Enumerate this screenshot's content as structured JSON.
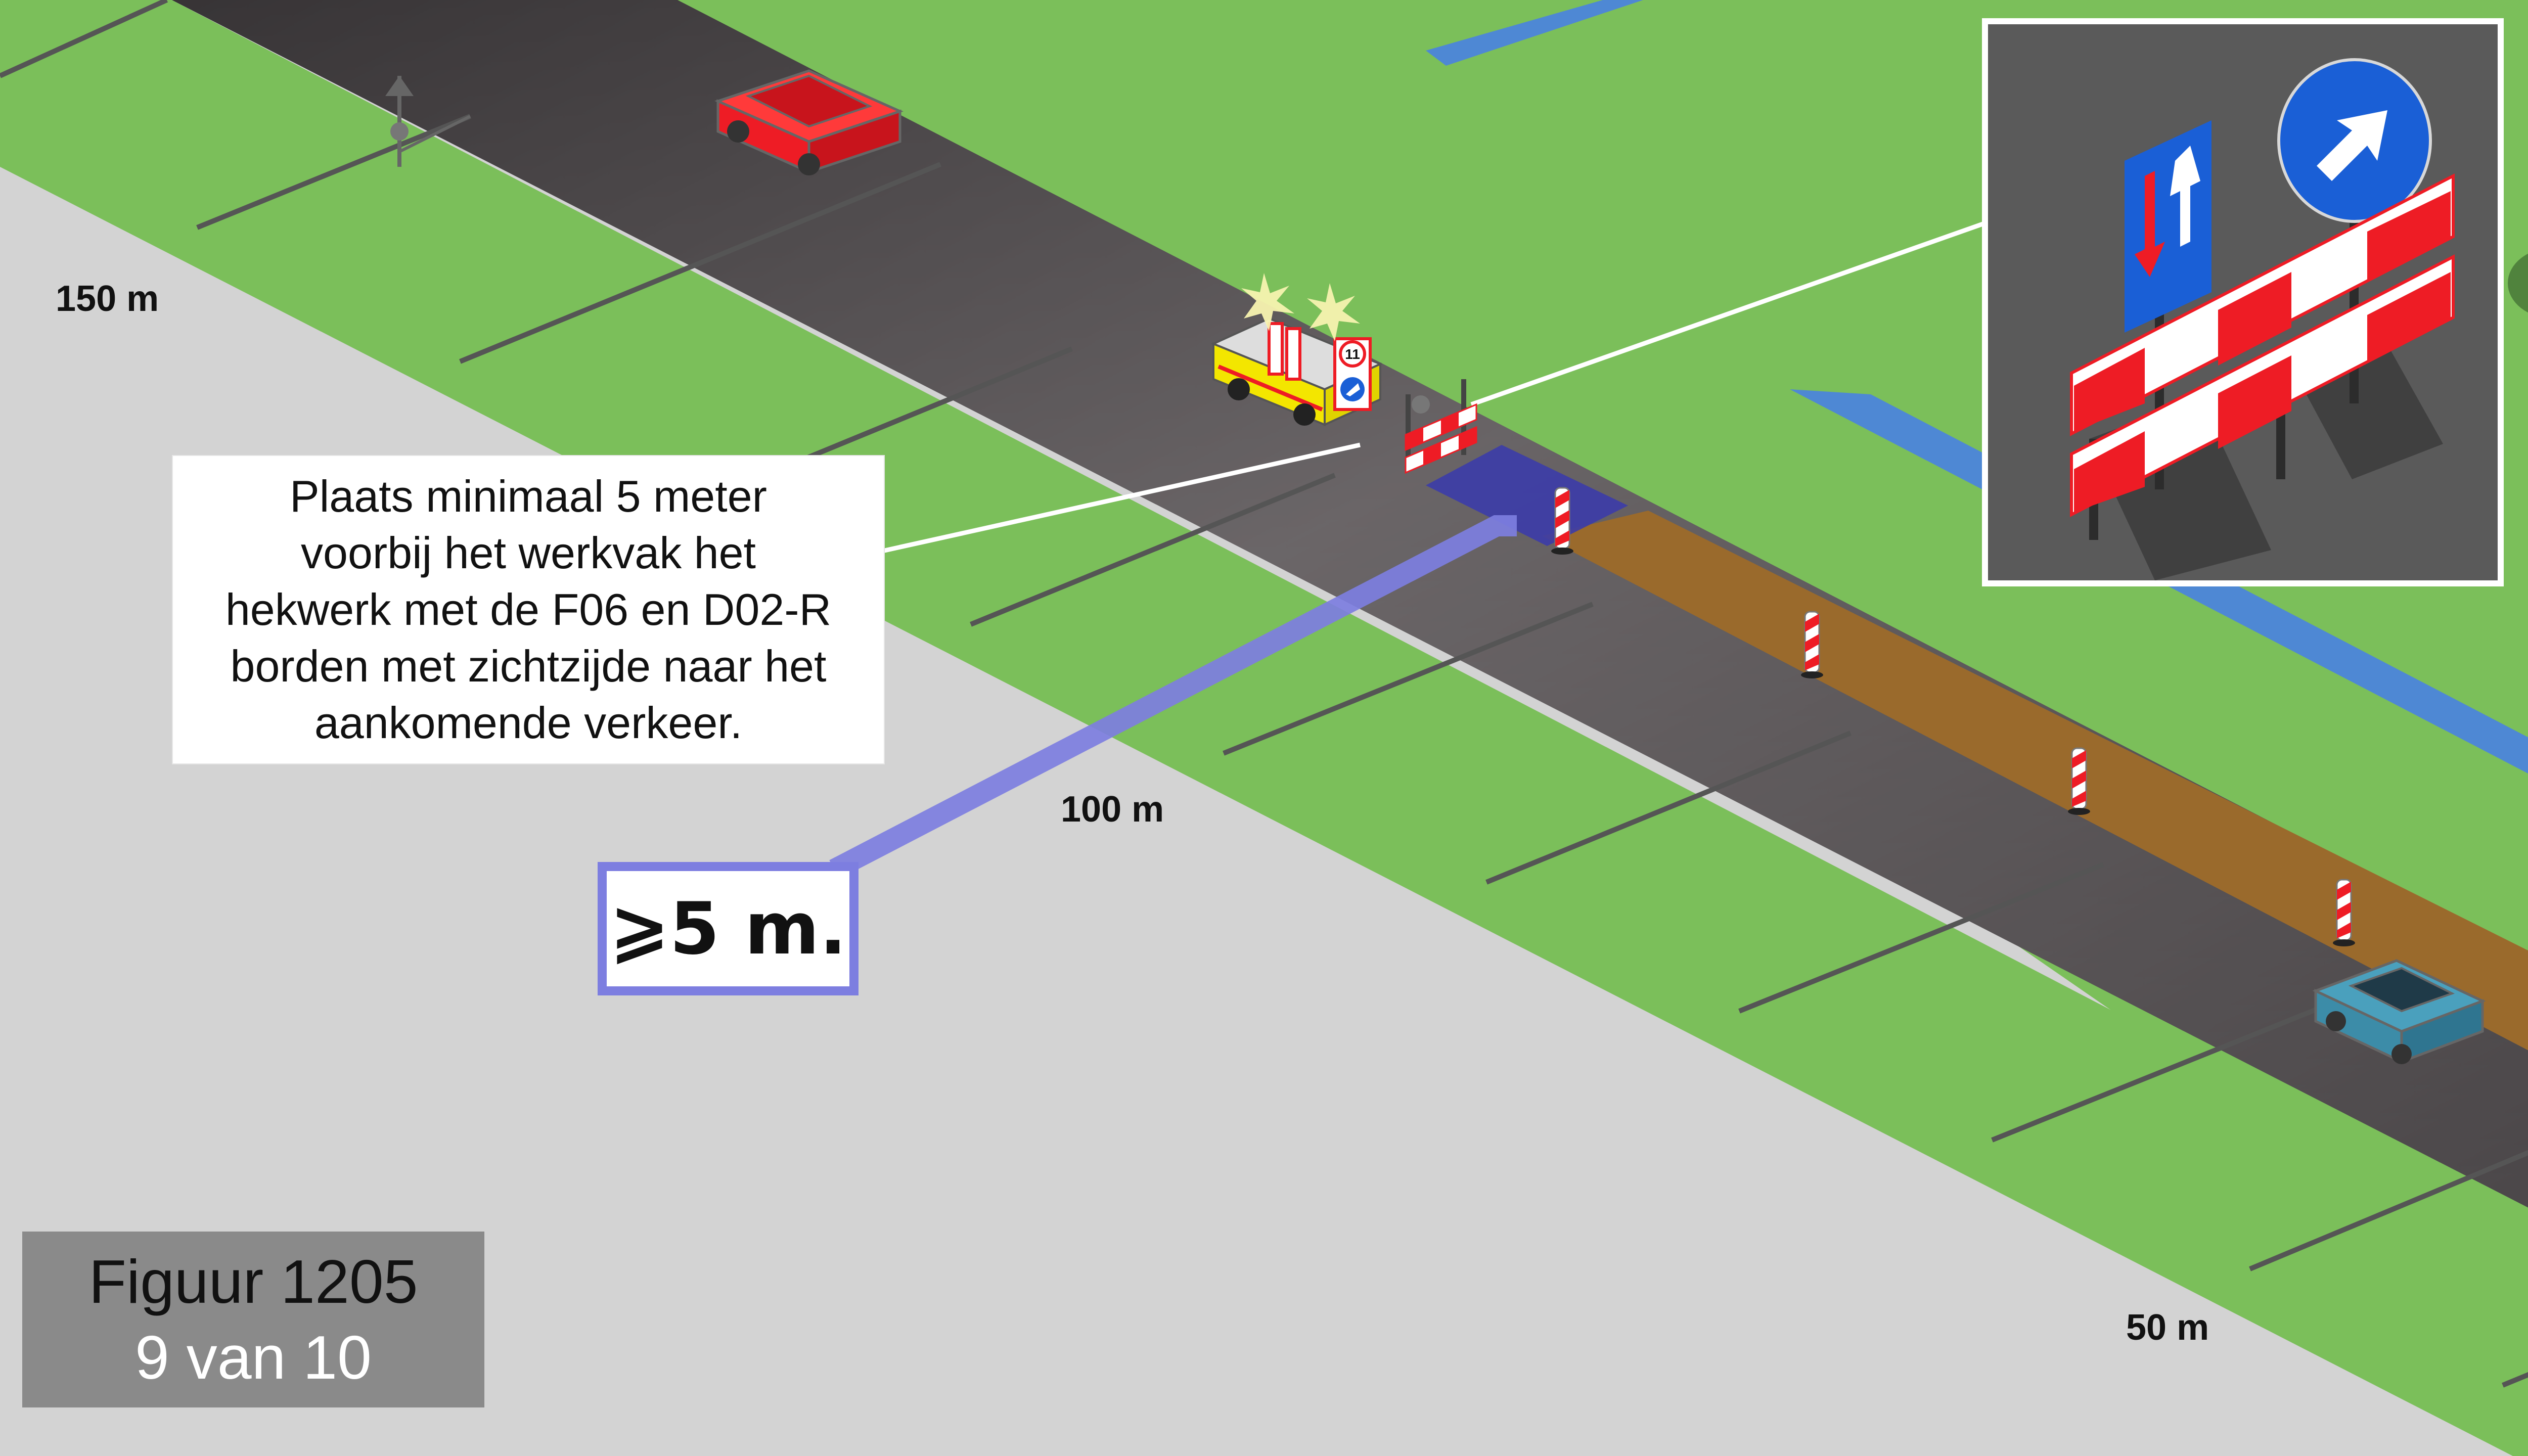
{
  "distance_markers": {
    "m150": "150 m",
    "m100": "100 m",
    "m50": "50 m"
  },
  "callout": {
    "text": "Plaats minimaal 5 meter\nvoorbij het werkvak het\nhekwerk met de F06 en D02-R\nborden met zichtzijde naar het\naankomende verkeer."
  },
  "distance_box": {
    "label": "⩾5 m."
  },
  "figure": {
    "title": "Figuur 1205",
    "subtitle": "9 van 10"
  },
  "vehicle_sign": {
    "number": "11"
  },
  "colors": {
    "grass": "#7bbf5a",
    "road": "#4a4648",
    "ground": "#d3d3d3",
    "work_zone": "#9a6a2c",
    "highlight": "#3c3ca8",
    "sign_blue": "#1a5fd6",
    "barrier_red": "#ee1c25",
    "leader_line": "#ffffff"
  },
  "icons": [
    "red-car-icon",
    "blue-car-icon",
    "work-vehicle-icon",
    "flashing-light-icon",
    "direction-arrow-post-icon",
    "traffic-beacon-icon",
    "barrier-icon",
    "f06-two-way-traffic-sign-icon",
    "d02r-keep-right-sign-icon"
  ]
}
